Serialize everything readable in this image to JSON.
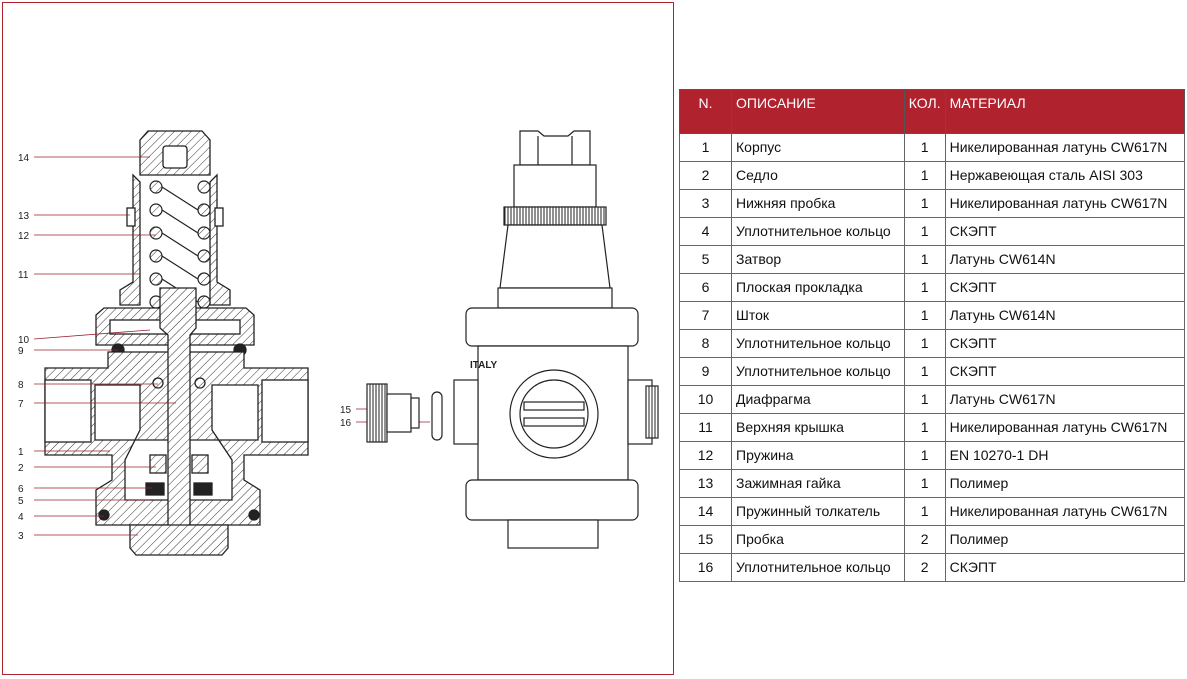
{
  "callouts_left": [
    "14",
    "13",
    "12",
    "11",
    "10",
    "9",
    "8",
    "7",
    "1",
    "2",
    "6",
    "5",
    "4",
    "3"
  ],
  "callouts_plug": [
    "15",
    "16"
  ],
  "markings": {
    "body_text": "ITALY"
  },
  "colors": {
    "frame": "#b0222e",
    "header_bg": "#b0222e",
    "header_text": "#ffffff"
  },
  "table": {
    "headers": {
      "n": "N.",
      "desc": "ОПИСАНИЕ",
      "qty": "КОЛ.",
      "material": "МАТЕРИАЛ"
    },
    "rows": [
      {
        "n": "1",
        "desc": "Корпус",
        "qty": "1",
        "material": "Никелированная латунь CW617N"
      },
      {
        "n": "2",
        "desc": "Седло",
        "qty": "1",
        "material": "Нержавеющая сталь AISI 303"
      },
      {
        "n": "3",
        "desc": "Нижняя пробка",
        "qty": "1",
        "material": "Никелированная латунь CW617N"
      },
      {
        "n": "4",
        "desc": "Уплотнительное кольцо",
        "qty": "1",
        "material": "СКЭПТ"
      },
      {
        "n": "5",
        "desc": "Затвор",
        "qty": "1",
        "material": "Латунь CW614N"
      },
      {
        "n": "6",
        "desc": "Плоская прокладка",
        "qty": "1",
        "material": "СКЭПТ"
      },
      {
        "n": "7",
        "desc": "Шток",
        "qty": "1",
        "material": "Латунь CW614N"
      },
      {
        "n": "8",
        "desc": "Уплотнительное кольцо",
        "qty": "1",
        "material": "СКЭПТ"
      },
      {
        "n": "9",
        "desc": "Уплотнительное кольцо",
        "qty": "1",
        "material": "СКЭПТ"
      },
      {
        "n": "10",
        "desc": "Диафрагма",
        "qty": "1",
        "material": "Латунь CW617N"
      },
      {
        "n": "11",
        "desc": "Верхняя крышка",
        "qty": "1",
        "material": "Никелированная латунь CW617N"
      },
      {
        "n": "12",
        "desc": "Пружина",
        "qty": "1",
        "material": "EN 10270-1 DH"
      },
      {
        "n": "13",
        "desc": "Зажимная гайка",
        "qty": "1",
        "material": "Полимер"
      },
      {
        "n": "14",
        "desc": "Пружинный толкатель",
        "qty": "1",
        "material": "Никелированная латунь CW617N"
      },
      {
        "n": "15",
        "desc": "Пробка",
        "qty": "2",
        "material": "Полимер"
      },
      {
        "n": "16",
        "desc": "Уплотнительное кольцо",
        "qty": "2",
        "material": "СКЭПТ"
      }
    ]
  }
}
